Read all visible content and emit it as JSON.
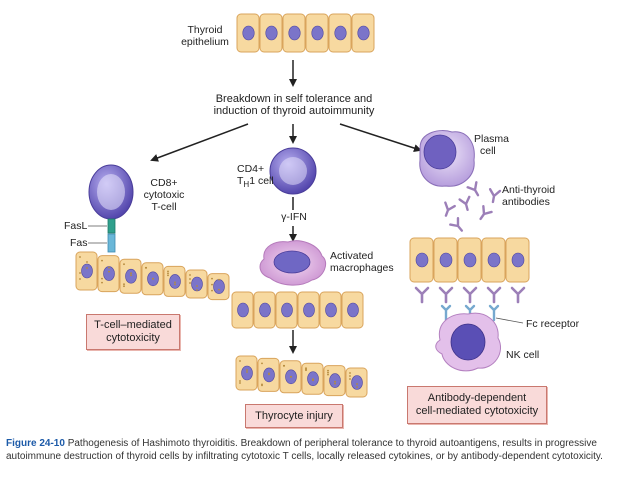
{
  "top": {
    "epithelium_label": [
      "Thyroid",
      "epithelium"
    ],
    "step_label": [
      "Breakdown in self tolerance and",
      "induction of thyroid autoimmunity"
    ]
  },
  "left": {
    "cd8_label": [
      "CD8+",
      "cytotoxic",
      "T-cell"
    ],
    "fasl_label": "FasL",
    "fas_label": "Fas",
    "outcome": [
      "T-cell–mediated",
      "cytotoxicity"
    ]
  },
  "middle": {
    "cd4_label": "CD4+",
    "th1_main": "T",
    "th1_sub": "H",
    "th1_rest": "1 cell",
    "ifn_label": "γ-IFN",
    "macrophage_label": [
      "Activated",
      "macrophages"
    ],
    "outcome": "Thyrocyte injury"
  },
  "right": {
    "plasma_label": [
      "Plasma",
      "cell"
    ],
    "antibody_label": [
      "Anti-thyroid",
      "antibodies"
    ],
    "fc_label": "Fc receptor",
    "nk_label": "NK cell",
    "outcome": [
      "Antibody-dependent",
      "cell-mediated cytotoxicity"
    ]
  },
  "caption": {
    "figure": "Figure 24-10",
    "text": "Pathogenesis of Hashimoto thyroiditis. Breakdown of peripheral tolerance to thyroid autoantigens, results in progressive autoimmune destruction of thyroid cells by infiltrating cytotoxic T cells, locally released cytokines, or by antibody-dependent cytotoxicity."
  },
  "colors": {
    "thyrocyte_fill": "#f7d9a0",
    "thyrocyte_border": "#d9a45c",
    "nucleus": "#7b74c9",
    "tcell": "#6f61c0",
    "plasma_cell": "#c9b6e6",
    "macrophage": "#d9a6dc",
    "box_fill": "#f9dad9",
    "box_border": "#c9786f",
    "fasl": "#2fa08c",
    "fas": "#6ab7d8",
    "antibody": "#9c7fb8",
    "fc_receptor": "#76a9cf",
    "caption_accent": "#1c5aa8"
  }
}
